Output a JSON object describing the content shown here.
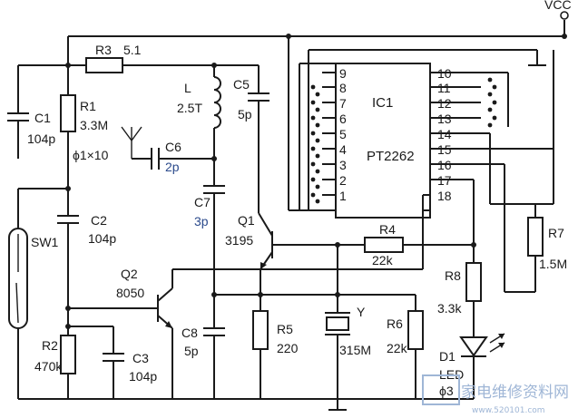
{
  "supply": {
    "vcc": "VCC"
  },
  "ic": {
    "name": "IC1",
    "part": "PT2262",
    "pins_left": [
      "9",
      "8",
      "7",
      "6",
      "5",
      "4",
      "3",
      "2",
      "1"
    ],
    "pins_right": [
      "10",
      "11",
      "12",
      "13",
      "14",
      "15",
      "16",
      "17",
      "18"
    ]
  },
  "components": {
    "r3": {
      "ref": "R3",
      "value": "5.1"
    },
    "r1": {
      "ref": "R1",
      "value": "3.3M"
    },
    "c1": {
      "ref": "C1",
      "value": "104p"
    },
    "antenna": {
      "label": "ϕ1×10"
    },
    "l": {
      "ref": "L",
      "value": "2.5T"
    },
    "c5": {
      "ref": "C5",
      "value": "5p"
    },
    "c6": {
      "ref": "C6",
      "value": "2p"
    },
    "c7": {
      "ref": "C7",
      "value": "3p"
    },
    "c2": {
      "ref": "C2",
      "value": "104p"
    },
    "sw1": {
      "ref": "SW1"
    },
    "q1": {
      "ref": "Q1",
      "value": "3195"
    },
    "q2": {
      "ref": "Q2",
      "value": "8050"
    },
    "r2": {
      "ref": "R2",
      "value": "470k"
    },
    "c3": {
      "ref": "C3",
      "value": "104p"
    },
    "c8": {
      "ref": "C8",
      "value": "5p"
    },
    "r5": {
      "ref": "R5",
      "value": "220"
    },
    "y": {
      "ref": "Y",
      "value": "315M"
    },
    "r6": {
      "ref": "R6",
      "value": "22k"
    },
    "r4": {
      "ref": "R4",
      "value": "22k"
    },
    "r7": {
      "ref": "R7",
      "value": "1.5M"
    },
    "r8": {
      "ref": "R8",
      "value": "3.3k"
    },
    "d1": {
      "ref": "D1",
      "type": "LED",
      "size": "ϕ3"
    }
  },
  "watermark": {
    "text": "家电维修资料网",
    "url": "www.520101.com"
  },
  "colors": {
    "ink": "#1a1a1a",
    "label_blue": "#2b4a8c",
    "watermark": "#9fb6d6"
  }
}
